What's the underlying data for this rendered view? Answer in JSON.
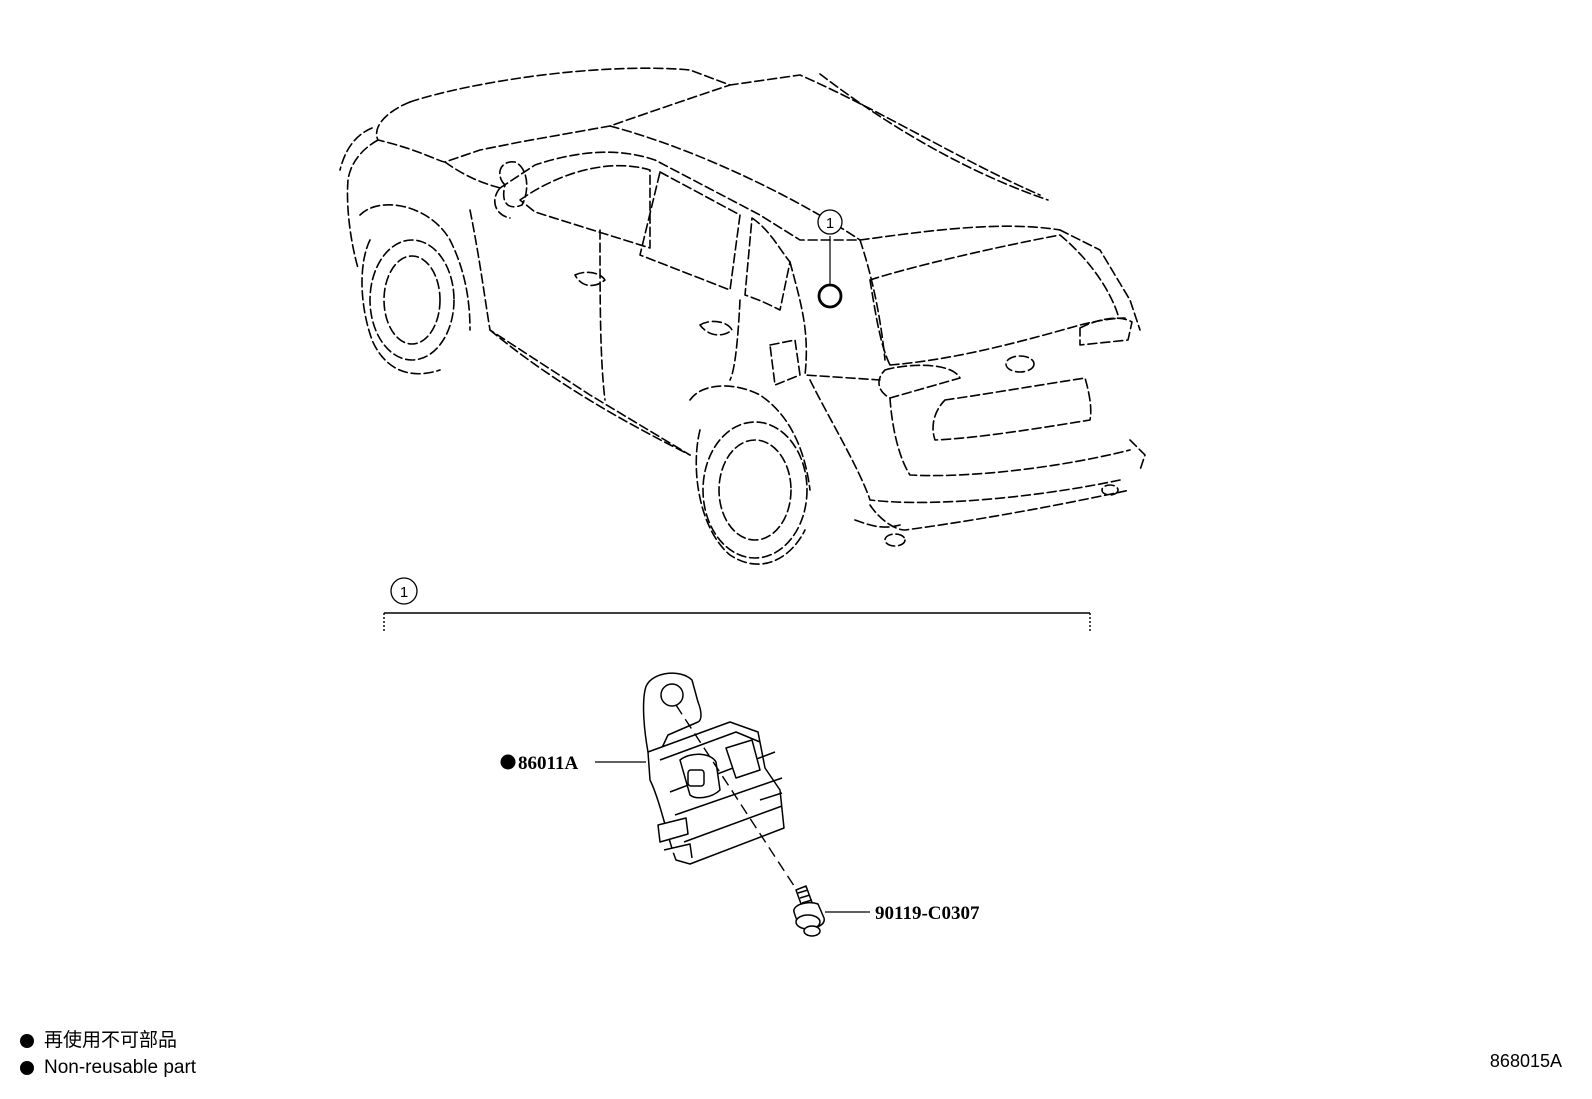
{
  "callouts": {
    "car_callout": "1",
    "group_callout": "1"
  },
  "parts": {
    "sensor": {
      "number": "86011A",
      "non_reusable": true
    },
    "bolt": {
      "number": "90119-C0307"
    }
  },
  "legend": {
    "items": [
      {
        "text": "再使用不可部品"
      },
      {
        "text": "Non-reusable part"
      }
    ]
  },
  "illustration_code": "868015A"
}
